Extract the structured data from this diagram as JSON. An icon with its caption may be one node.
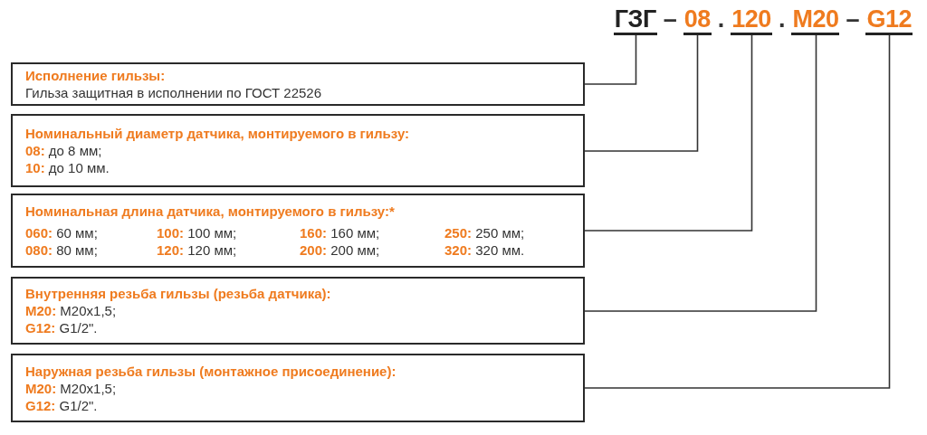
{
  "diagram": {
    "nodes": [
      {
        "text": [
          "ГЗГ"
        ]
      },
      {
        "text": [
          "08"
        ]
      },
      {
        "text": [
          "120"
        ]
      },
      {
        "text": [
          "M20"
        ]
      },
      {
        "text": [
          "G12"
        ]
      },
      {
        "text": [
          "Исполнение гильзы:",
          "Гильза защитная в исполнении по ГОСТ 22526"
        ]
      },
      {
        "text": [
          "Номинальный диаметр датчика, монтируемого в гильзу:",
          "**08:** до 8 мм;",
          "**10:** до 10 мм."
        ]
      },
      {
        "text": [
          "Номинальная длина датчика, монтируемого в гильзу:*",
          "**060:** 60 мм;",
          "**100:** 100 мм;",
          "**160:** 160 мм;",
          "**250:** 250 мм;",
          "**080:** 80 мм;",
          "**120:** 120 мм;",
          "**200:** 200 мм;",
          "**320:** 320 мм."
        ]
      },
      {
        "text": [
          "Внутренняя резьба гильзы (резьба датчика):",
          "**M20:** M20x1,5;",
          "**G12:** G1/2\"."
        ]
      },
      {
        "text": [
          "Наружная резьба гильзы (монтажное присоединение):",
          "**M20:** M20x1,5;",
          "**G12:** G1/2\"."
        ]
      }
    ],
    "edges": [
      {
        "from": 0,
        "to": 5,
        "arrow": "none"
      },
      {
        "from": 1,
        "to": 6,
        "arrow": "none"
      },
      {
        "from": 2,
        "to": 7,
        "arrow": "none"
      },
      {
        "from": 3,
        "to": 8,
        "arrow": "none"
      },
      {
        "from": 4,
        "to": 9,
        "arrow": "none"
      }
    ],
    "labels": [
      "–",
      ".",
      ".",
      "–"
    ]
  }
}
